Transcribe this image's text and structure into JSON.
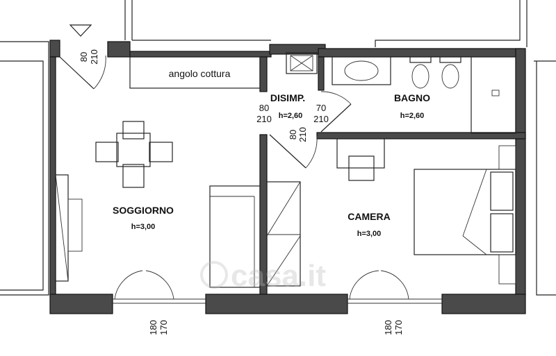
{
  "rooms": {
    "soggiorno": {
      "name": "SOGGIORNO",
      "height": "h=3,00"
    },
    "camera": {
      "name": "CAMERA",
      "height": "h=3,00"
    },
    "bagno": {
      "name": "BAGNO",
      "height": "h=2,60"
    },
    "disimpegno": {
      "name": "DISIMP.",
      "height": "h=2,60"
    }
  },
  "annotations": {
    "kitchen": "angolo cottura"
  },
  "doors": {
    "entrance": {
      "width": "80",
      "height": "210"
    },
    "disimp_left": {
      "width": "80",
      "height": "210"
    },
    "bagno": {
      "width": "70",
      "height": "210"
    },
    "camera": {
      "width": "80",
      "height": "210"
    }
  },
  "windows": {
    "soggiorno": {
      "width": "180",
      "height": "170"
    },
    "camera": {
      "width": "180",
      "height": "170"
    }
  },
  "watermark": {
    "text": "casa.it"
  }
}
